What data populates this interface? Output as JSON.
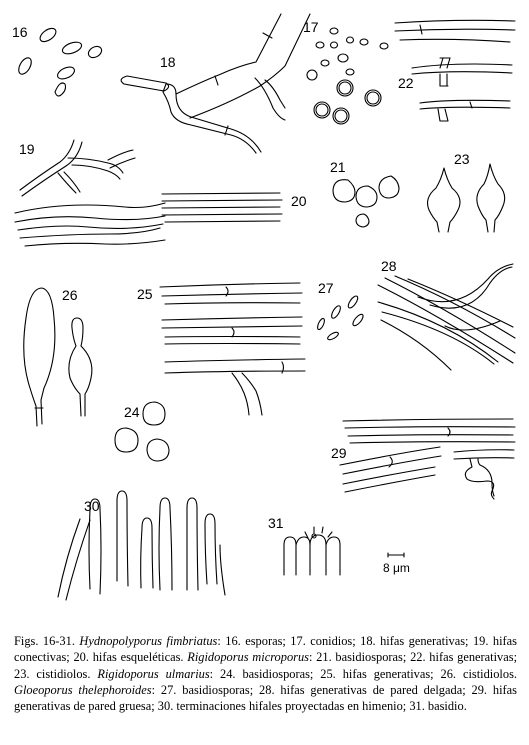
{
  "figure_labels": {
    "f16": "16",
    "f17": "17",
    "f18": "18",
    "f19": "19",
    "f20": "20",
    "f21": "21",
    "f22": "22",
    "f23": "23",
    "f24": "24",
    "f25": "25",
    "f26": "26",
    "f27": "27",
    "f28": "28",
    "f29": "29",
    "f30": "30",
    "f31": "31"
  },
  "scale_bar": "8 μm",
  "caption": {
    "lead": "Figs. 16-31. ",
    "sp1": "Hydnopolyporus fimbriatus",
    "t1": ": 16. esporas; 17. conidios; 18. hifas generativas; 19. hifas conectivas; 20. hifas esqueléticas. ",
    "sp2": "Rigidoporus microporus",
    "t2": ": 21. basidiosporas; 22. hifas generativas; 23. cistidiolos. ",
    "sp3": "Rigidoporus ulmarius",
    "t3": ": 24. basidiosporas; 25. hifas generativas; 26. cistidiolos. ",
    "sp4": "Gloeoporus thelephoroides",
    "t4": ": 27. basidiosporas; 28. hifas generativas de pared delgada; 29. hifas generativas de pared gruesa; 30. terminaciones hifales proyectadas en himenio; 31. basidio."
  }
}
